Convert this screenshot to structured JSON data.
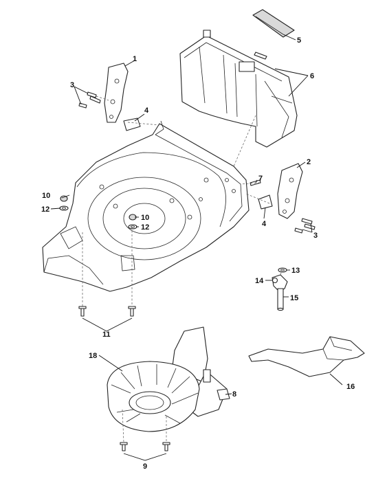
{
  "callouts": [
    {
      "id": "c1",
      "text": "1"
    },
    {
      "id": "c2",
      "text": "2"
    },
    {
      "id": "c3a",
      "text": "3"
    },
    {
      "id": "c3b",
      "text": "3"
    },
    {
      "id": "c4a",
      "text": "4"
    },
    {
      "id": "c4b",
      "text": "4"
    },
    {
      "id": "c5",
      "text": "5"
    },
    {
      "id": "c6",
      "text": "6"
    },
    {
      "id": "c7",
      "text": "7"
    },
    {
      "id": "c8",
      "text": "8"
    },
    {
      "id": "c9",
      "text": "9"
    },
    {
      "id": "c10a",
      "text": "10"
    },
    {
      "id": "c10b",
      "text": "10"
    },
    {
      "id": "c11",
      "text": "11"
    },
    {
      "id": "c12a",
      "text": "12"
    },
    {
      "id": "c12b",
      "text": "12"
    },
    {
      "id": "c13",
      "text": "13"
    },
    {
      "id": "c14",
      "text": "14"
    },
    {
      "id": "c15",
      "text": "15"
    },
    {
      "id": "c16",
      "text": "16"
    },
    {
      "id": "c18",
      "text": "18"
    }
  ]
}
